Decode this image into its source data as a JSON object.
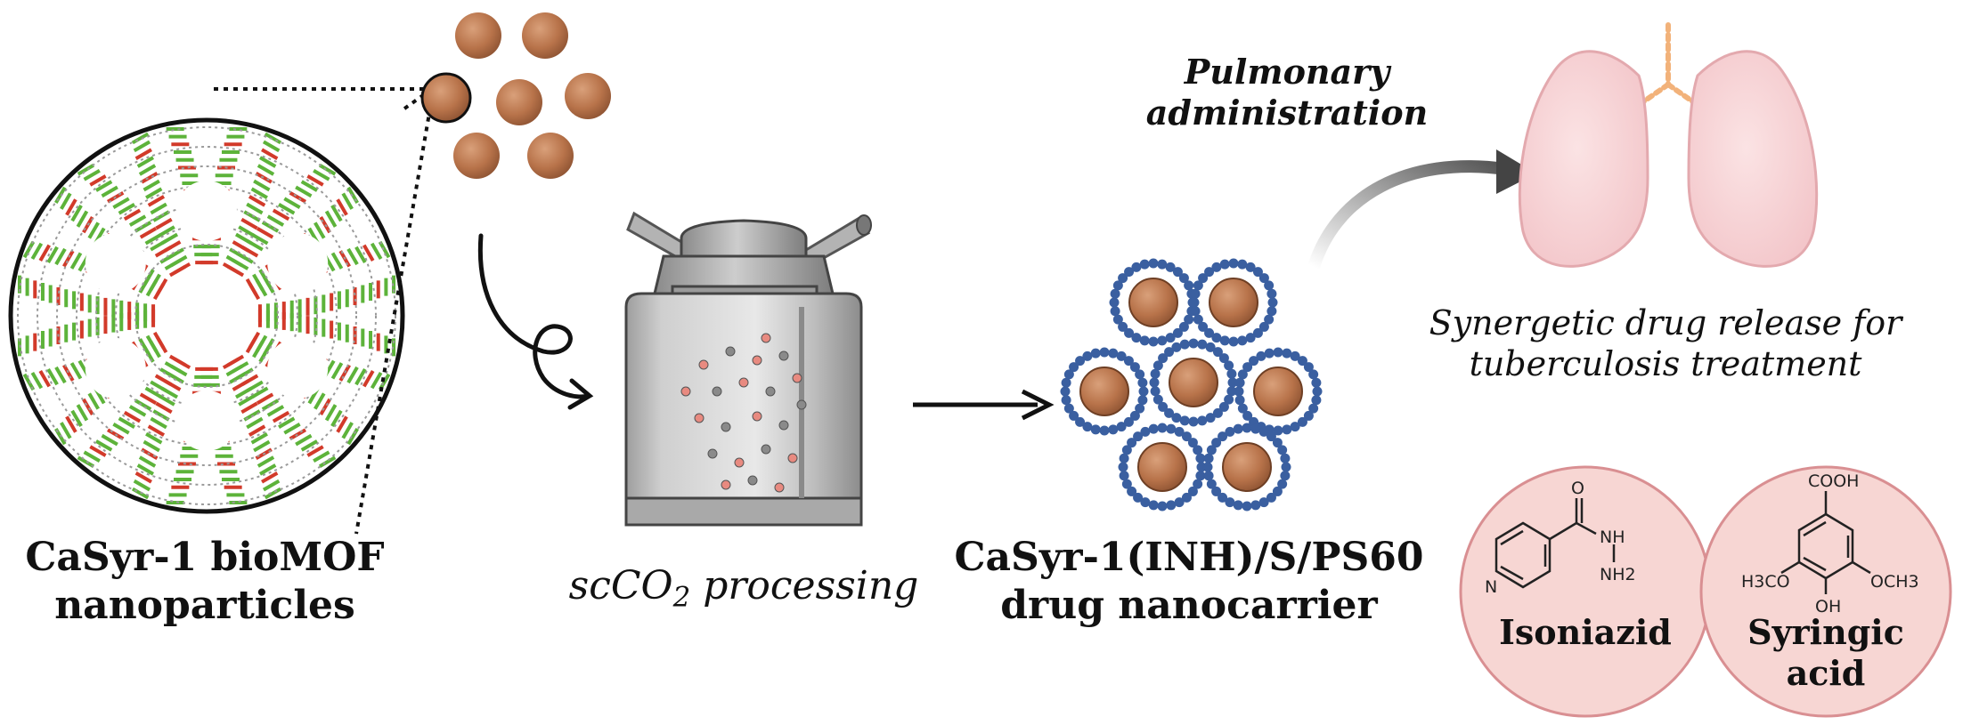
{
  "labels": {
    "mof_line1": "CaSyr-1 bioMOF",
    "mof_line2": "nanoparticles",
    "process_prefix": "scCO",
    "process_subscript": "2",
    "process_suffix": " processing",
    "carrier_line1": "CaSyr-1(INH)/S/PS60",
    "carrier_line2": "drug nanocarrier",
    "admin_line1": "Pulmonary",
    "admin_line2": "administration",
    "release_line1": "Synergetic drug release for",
    "release_line2": "tuberculosis treatment"
  },
  "molecules": {
    "isoniazid": {
      "name": "Isoniazid",
      "atom_o": "O",
      "atom_n_ring": "N",
      "atom_nh": "NH",
      "atom_nh2": "NH2"
    },
    "syringic": {
      "name_line1": "Syringic",
      "name_line2": "acid",
      "atom_cooh": "COOH",
      "atom_oh": "OH",
      "atom_h3co": "H3CO",
      "atom_och3": "OCH3"
    }
  },
  "colors": {
    "nanoparticle": "#b8734a",
    "nanoparticle_highlight": "#d9a07a",
    "coating_dot": "#3a5fa0",
    "lung": "#f6cfd2",
    "lung_outline": "#e3a9ae",
    "trachea": "#f2b27a",
    "molecule_circle": "#f7d6d3",
    "molecule_circle_outline": "#d98f92",
    "mof_green": "#5db33a",
    "mof_red": "#d23a2a",
    "vessel_gray": "#bdbdbd"
  },
  "icons": [
    "mof-circle-icon",
    "nanoparticle-cluster-icon",
    "curly-arrow-icon",
    "sc-co2-vessel-icon",
    "straight-arrow-icon",
    "coated-nanocarrier-icon",
    "curved-arrow-icon",
    "lungs-icon",
    "isoniazid-structure-icon",
    "syringic-acid-structure-icon"
  ]
}
